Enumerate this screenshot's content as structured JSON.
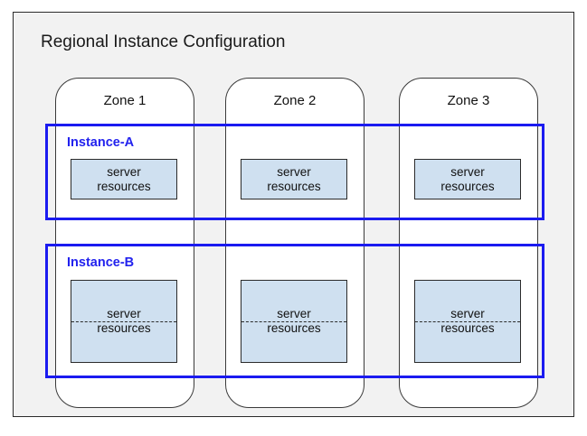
{
  "region": {
    "title": "Regional Instance Configuration"
  },
  "zones": [
    {
      "label": "Zone 1"
    },
    {
      "label": "Zone 2"
    },
    {
      "label": "Zone 3"
    }
  ],
  "instances": [
    {
      "label": "Instance-A",
      "resource_text_line1": "server",
      "resource_text_line2": "resources",
      "divider": false
    },
    {
      "label": "Instance-B",
      "resource_text_line1": "server",
      "resource_text_line2": "resources",
      "divider": true
    }
  ],
  "colors": {
    "panel_background": "#f2f2f2",
    "page_background": "#ffffff",
    "zone_card_background": "#ffffff",
    "instance_border": "#1b1bf0",
    "instance_label": "#2222ee",
    "resource_fill": "#cfe0f0",
    "outline": "#2b2b2b"
  }
}
